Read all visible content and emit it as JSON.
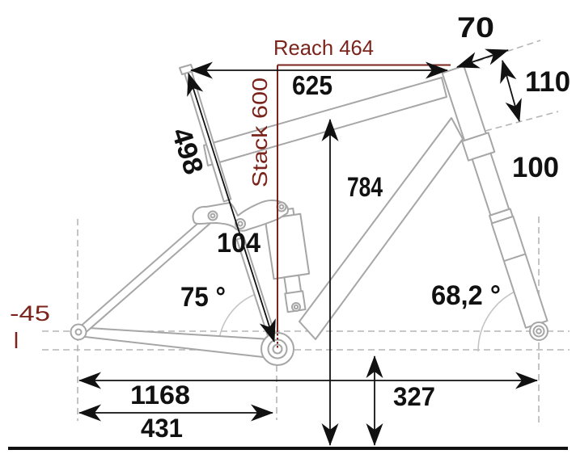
{
  "labels": {
    "reach": "Reach 464",
    "stack": "Stack 600",
    "stem_length": "70",
    "head_tube_length": "110",
    "fork_travel": "100",
    "effective_top_tube": "625",
    "seat_tube": "498",
    "standover_height": "784",
    "shock_length": "104",
    "seat_tube_angle": "75 °",
    "head_tube_angle": "68,2 °",
    "bb_drop": "-45",
    "wheelbase": "1168",
    "chainstay": "431",
    "bb_height": "327"
  },
  "colors": {
    "accent_red": "#7b241c",
    "dimension_black": "#111111",
    "frame_gray": "#a6a6a6",
    "guide_gray": "#b5b5b5",
    "background": "#ffffff"
  }
}
